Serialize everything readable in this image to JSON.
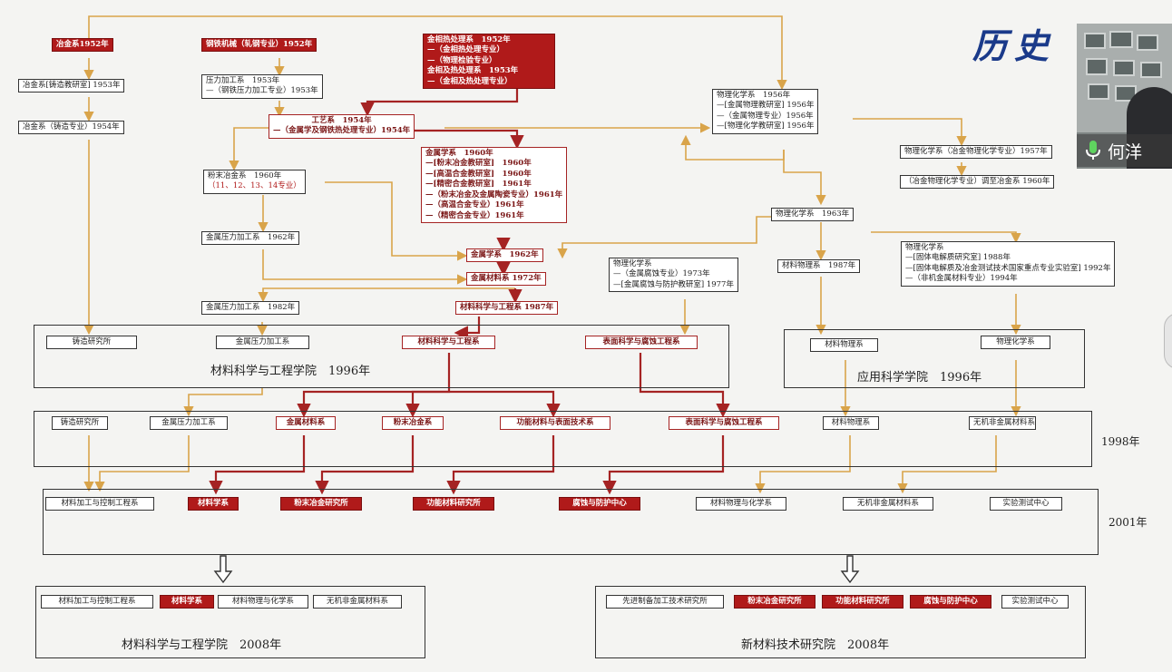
{
  "title": "历史",
  "participant": {
    "name": "何洋"
  },
  "row_years": {
    "y1998": "1998年",
    "y2001": "2001年"
  },
  "groups": {
    "g1996a": "材料科学与工程学院　1996年",
    "g1996b": "应用科学学院　1996年",
    "g2008a": "材料科学与工程学院　2008年",
    "g2008b": "新材料技术研究院　2008年"
  },
  "nodes": {
    "yejin1952": [
      "冶金系1952年"
    ],
    "gangtie1952": [
      "钢铁机械（轧钢专业）1952年"
    ],
    "jinxiang1952": [
      "金相热处理系　1952年",
      "—（金相热处理专业）",
      "—（物理检验专业）",
      "金相及热处理系　1953年",
      "—（金相及热处理专业）"
    ],
    "yejin1953": [
      "冶金系[铸造教研室] 1953年"
    ],
    "yalijiagong1953": [
      "压力加工系　1953年",
      "—（钢铁压力加工专业）1953年"
    ],
    "yejin1954": [
      "冶金系（铸造专业）1954年"
    ],
    "gongyi1954": [
      "工艺系　1954年",
      "—（金属学及钢铁热处理专业）1954年"
    ],
    "wuhua1956": [
      "物理化学系　1956年",
      "—[金属物理教研室] 1956年",
      "—（金属物理专业）1956年",
      "—[物理化学教研室] 1956年"
    ],
    "wuhua1957": [
      "物理化学系（冶金物理化学专业）1957年"
    ],
    "yejinwuhua1960": [
      "（冶金物理化学专业）调至冶金系 1960年"
    ],
    "fenmo1960": [
      "粉末冶金系　1960年"
    ],
    "fenmo1960sub": "（11、12、13、14专业）",
    "jinshuxue1960": [
      "金属学系　1960年",
      "—[粉末冶金教研室]　1960年",
      "—[高温合金教研室]　1960年",
      "—[精密合金教研室]　1961年",
      "—（粉末冶金及金属陶瓷专业）1961年",
      "—（高温合金专业）1961年",
      "—（精密合金专业）1961年"
    ],
    "jinshuyali1962": [
      "金属压力加工系　1962年"
    ],
    "wuhua1963": [
      "物理化学系　1963年"
    ],
    "jinshuxue1962": [
      "金属学系　1962年"
    ],
    "wuhua1973": [
      "物理化学系",
      "—（金属腐蚀专业）1973年",
      "—[金属腐蚀与防护教研室] 1977年"
    ],
    "cailiaowuli1987": [
      "材料物理系　1987年"
    ],
    "wuhua1988": [
      "物理化学系",
      "—[固体电解质研究室] 1988年",
      "—[固体电解质及冶金测试技术国家重点专业实验室] 1992年",
      "—（非机金属材料专业）1994年"
    ],
    "jinshucailiao1972": [
      "金属材料系 1972年"
    ],
    "jinshuyali1982": [
      "金属压力加工系　1982年"
    ],
    "cailiaokx1987": [
      "材料科学与工程系 1987年"
    ]
  },
  "row1996": {
    "zhuzao": "铸造研究所",
    "yali": "金属压力加工系",
    "cailiaokx": "材料科学与工程系",
    "biaomian": "表面科学与腐蚀工程系",
    "cailiaowuli": "材料物理系",
    "wuhua": "物理化学系"
  },
  "row1998": {
    "zhuzao": "铸造研究所",
    "yali": "金属压力加工系",
    "jinshu": "金属材料系",
    "fenmo": "粉末冶金系",
    "gongneng": "功能材料与表面技术系",
    "biaomian": "表面科学与腐蚀工程系",
    "cailiaowuli": "材料物理系",
    "wuji": "无机非金属材料系"
  },
  "row2001": {
    "jiagong": "材料加工与控制工程系",
    "cailiaoxue": "材料学系",
    "fenmo": "粉末冶金研究所",
    "gongneng": "功能材料研究所",
    "fushi": "腐蚀与防护中心",
    "wulihuaxue": "材料物理与化学系",
    "wuji": "无机非金属材料系",
    "shiyan": "实验测试中心"
  },
  "row2008a": {
    "jiagong": "材料加工与控制工程系",
    "cailiaoxue": "材料学系",
    "wulihuaxue": "材料物理与化学系",
    "wuji": "无机非金属材料系"
  },
  "row2008b": {
    "xianjin": "先进制备加工技术研究所",
    "fenmo": "粉末冶金研究所",
    "gongneng": "功能材料研究所",
    "fushi": "腐蚀与防护中心",
    "shiyan": "实验测试中心"
  },
  "colors": {
    "gold": "#d9a44a",
    "red": "#a52323",
    "box_red": "#b01a1a",
    "title": "#1a3a8a"
  }
}
